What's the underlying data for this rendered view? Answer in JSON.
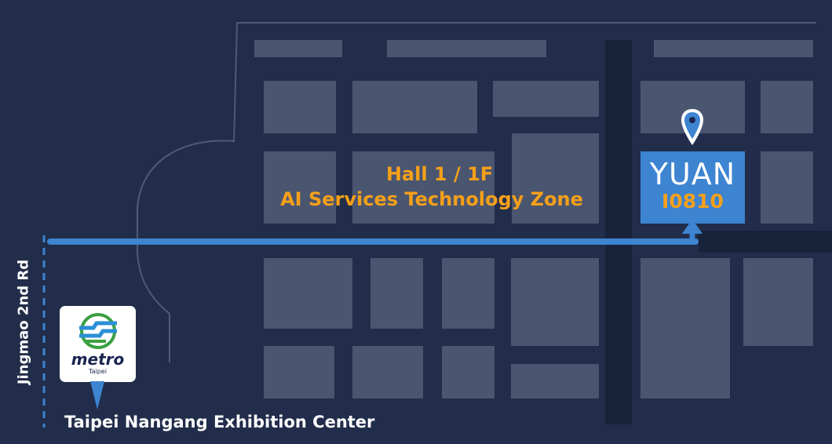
{
  "map": {
    "hall_label": "Hall 1  /  1F",
    "zone_label": "AI Services Technology Zone",
    "booth": {
      "name": "YUAN",
      "number": "I0810"
    },
    "road_label": "Jingmao 2nd Rd",
    "venue_label": "Taipei Nangang Exhibition Center",
    "metro": {
      "word": "metro",
      "sub": "Taipei"
    }
  },
  "icons": {
    "pin": "location-pin-icon",
    "arrow": "arrow-up-icon",
    "metro": "metro-taipei-logo"
  },
  "colors": {
    "background": "#212d4a",
    "booth_block": "#4a5570",
    "corridor": "#18233b",
    "route": "#3d84d1",
    "highlight": "#f5a01a",
    "text": "#ffffff"
  }
}
